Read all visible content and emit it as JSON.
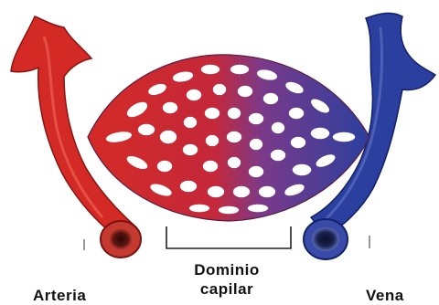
{
  "diagram": {
    "labels": {
      "artery": "Arteria",
      "vein": "Vena",
      "capillary_domain_line1": "Dominio",
      "capillary_domain_line2": "capilar"
    },
    "colors": {
      "artery": "#d42a26",
      "artery_dark": "#a81a18",
      "vein": "#2a3f9e",
      "vein_dark": "#1a2a70",
      "capillary_mid": "#7a3a8a",
      "background": "#ffffff",
      "text": "#111111"
    }
  }
}
